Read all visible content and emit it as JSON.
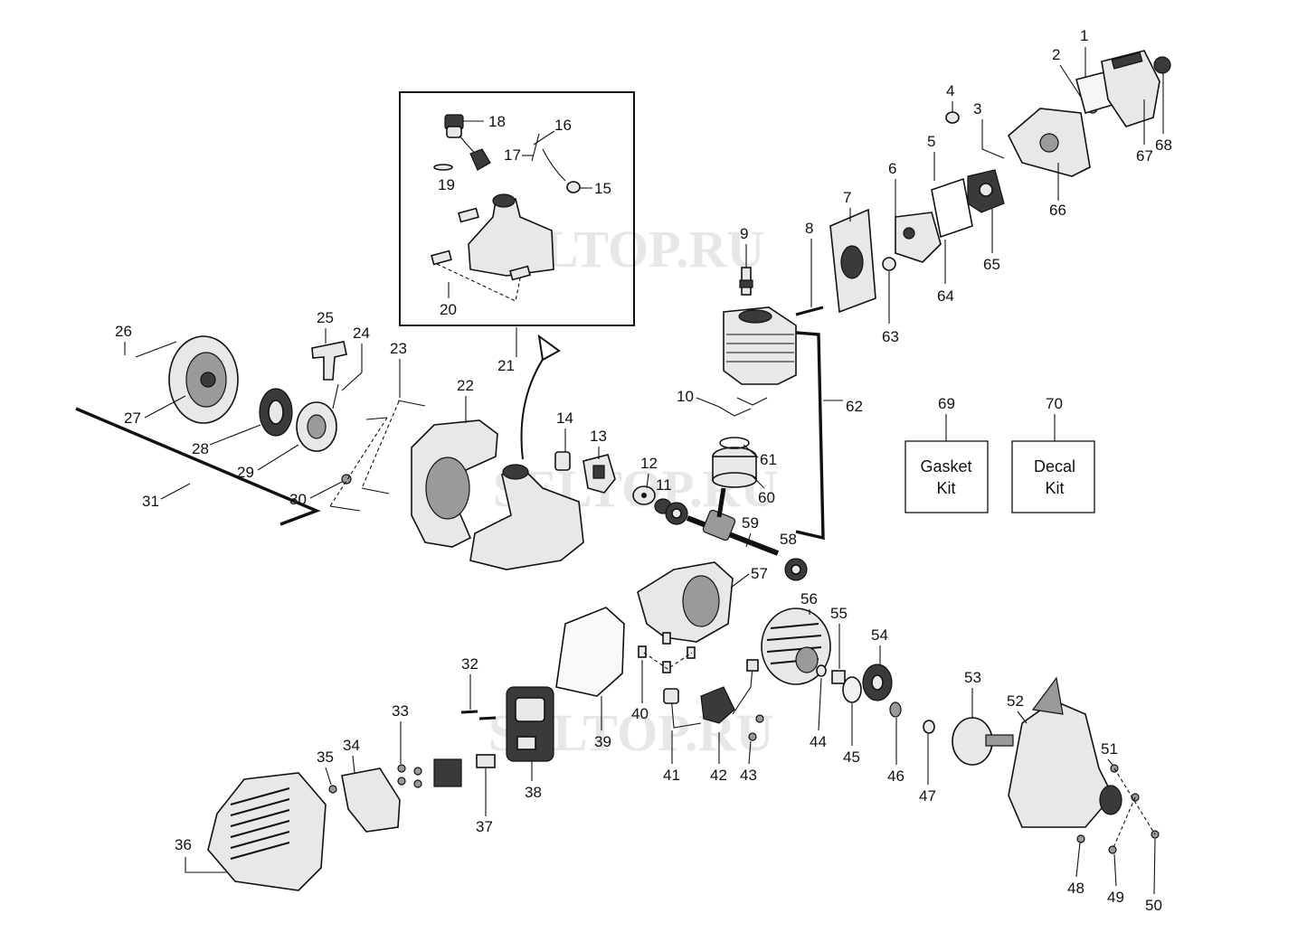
{
  "watermark": "SELTOP.RU",
  "part_numbers": [
    "1",
    "2",
    "3",
    "4",
    "5",
    "6",
    "7",
    "8",
    "9",
    "10",
    "11",
    "12",
    "13",
    "14",
    "15",
    "16",
    "17",
    "18",
    "19",
    "20",
    "21",
    "22",
    "23",
    "24",
    "25",
    "26",
    "27",
    "28",
    "29",
    "30",
    "31",
    "32",
    "33",
    "34",
    "35",
    "36",
    "37",
    "38",
    "39",
    "40",
    "41",
    "42",
    "43",
    "44",
    "45",
    "46",
    "47",
    "48",
    "49",
    "50",
    "51",
    "52",
    "53",
    "54",
    "55",
    "56",
    "57",
    "58",
    "59",
    "60",
    "61",
    "62",
    "63",
    "64",
    "65",
    "66",
    "67",
    "68",
    "69",
    "70"
  ],
  "kits": {
    "gasket": {
      "line1": "Gasket",
      "line2": "Kit"
    },
    "decal": {
      "line1": "Decal",
      "line2": "Kit"
    }
  }
}
